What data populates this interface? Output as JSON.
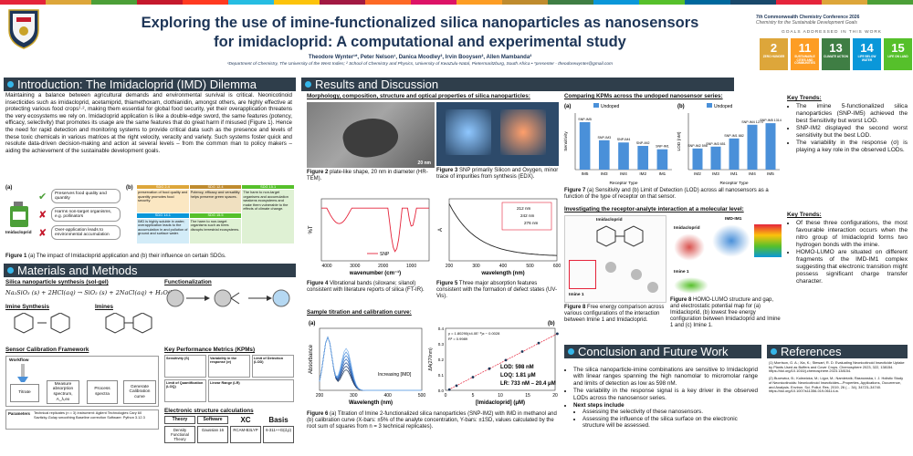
{
  "header": {
    "rainbow": [
      "#e5243b",
      "#dda63a",
      "#4c9f38",
      "#c5192d",
      "#ff3a21",
      "#26bde2",
      "#fcc30b",
      "#a21942",
      "#fd6925",
      "#dd1367",
      "#fd9d24",
      "#bf8b2e",
      "#3f7e44",
      "#0a97d9",
      "#56c02b",
      "#00689d",
      "#19486a",
      "#e5243b",
      "#dda63a",
      "#4c9f38"
    ],
    "title_line1": "Exploring the use of imine-functionalized silica nanoparticles as nanosensors",
    "title_line2": "for imidacloprid: A computational and experimental study",
    "authors": "Theodore Wynter¹*, Peter Nelson¹, Danica Moodley², Irvin Booysen², Allen Mambanda²",
    "affiliations": "¹Department of Chemistry, The University of the West Indies;  ² School of Chemistry and Physics, University of KwaZulu-Natal, Pietermaritzburg, South Africa  •  *presenter - theodorewynter@gmail.com",
    "conference": "7th Commonwealth Chemistry Conference 2026",
    "conference_sub": "Chemistry for the Sustainable Development Goals",
    "goals_label": "GOALS ADDRESSED IN THIS WORK",
    "sdgs": [
      {
        "n": "2",
        "label": "ZERO HUNGER",
        "color": "#dda63a"
      },
      {
        "n": "11",
        "label": "SUSTAINABLE CITIES AND COMMUNITIES",
        "color": "#fd9d24"
      },
      {
        "n": "13",
        "label": "CLIMATE ACTION",
        "color": "#3f7e44"
      },
      {
        "n": "14",
        "label": "LIFE BELOW WATER",
        "color": "#0a97d9"
      },
      {
        "n": "15",
        "label": "LIFE ON LAND",
        "color": "#56c02b"
      }
    ]
  },
  "intro": {
    "heading": "Introduction: The Imidacloprid (IMD) Dilemma",
    "body": "Maintaining a balance between agricultural demands and environmental survival is critical. Neonicotinoid insecticides such as imidacloprid, acetamiprid, thiamethoxam, clothianidin, amongst others, are highly effective at protecting various food crops¹·², making them essential for global food security, yet their overapplication threatens the very ecosystems we rely on. Imidacloprid application is like a double-edge sword, the same features (potency, efficacy, selectivity) that promotes its usage are the same features that do great harm if misused (Figure 1). Hence the need for rapid detection and monitoring systems to provide critical data such as the presence and levels of these toxic chemicals in various matrices at the right velocity, veracity and variety. Such systems foster quick and resolute data-driven decision-making and action at several levels – from the common man to policy makers – aiding the achievement of the sustainable development goals.",
    "panel_a": "(a)",
    "panel_b": "(b)",
    "imidacloprid_label": "Imidacloprid",
    "pros": [
      "Preserves food quality and quantity",
      "Harms non-target organisms, e.g. pollinators",
      "Over-application leads to environmental accumulation"
    ],
    "sdg_table": {
      "headers": [
        "SDG 2.4",
        "SDG 12.4",
        "SDG 15.1"
      ],
      "row1": [
        "preservation of food quality and quantity promotes food security.",
        "Potency, efficacy and versatility helps preserve green spaces.",
        "The harm to non-target organisms and accumulation weakens ecosystems and make them vulnerable to the effects of climate change."
      ],
      "headers2": [
        "SDG 14.1",
        "SDG 15.5"
      ],
      "row2": [
        "IMD is highly soluble in water; overapplication leads to the accumulation in and pollution of ground and surface water.",
        "The harm to non-target organisms such as bees disrupts terrestrial ecosystems."
      ]
    },
    "caption_bold": "Figure 1",
    "caption": " (a) The impact of Imidacloprid application and (b) their influence on certain SDGs."
  },
  "methods": {
    "heading": "Materials and Methods",
    "silica_title": "Silica nanoparticle synthesis (sol-gel)",
    "silica_eq": "Na₂SiO₃ (s) + 2HCl(aq) → SiO₂ (s) + 2NaCl(aq) + H₂O(l)",
    "functionalization_title": "Functionalization",
    "imine_title": "Imine Synthesis",
    "imines_title": "Imines",
    "sensor_title": "Sensor Calibration Framework",
    "workflow_label": "Workflow",
    "steps": [
      "Titrate",
      "Measure absorption spectrum, A_λ,ex",
      "Process spectra",
      "Generate Calibration curve"
    ],
    "params_label": "Parameters",
    "params_text": "Technical replicates (n = 3)   Instrument: Agilent Technologies Cary 60   Savitzky-Golay smoothing   Baseline correction   Software: Python 3.12.3",
    "kpm_title": "Key Performance Metrics (KPMs)",
    "kpm_cells": [
      "Sensitivity (S)",
      "Variability in the response (σ)",
      "Limit of Detection (LOD)",
      "Limit of Quantification (LOQ)",
      "Linear Range (LR)"
    ],
    "ecs_title": "Electronic structure calculations",
    "theory_label": "Theory",
    "software_label": "Software",
    "xc_label": "XC",
    "basis_label": "Basis",
    "theory_val": "Density Functional Theory",
    "software_val": "Gaussian 16",
    "xc_val": "RCAM-B3LYP",
    "basis_val": "6-311++G(d,p)"
  },
  "results": {
    "heading": "Results and Discussion",
    "morph_title": "Morphology, composition, structure and optical properties of silica nanoparticles:",
    "fig2_bold": "Figure 2",
    "fig2": " plate-like shape, 20 nm in diameter (HR-TEM).",
    "scale_bar": "20 nm",
    "fig3_bold": "Figure 3",
    "fig3": " SNP primarily Silicon and Oxygen, minor trace of impurities from synthesis (EDX).",
    "fig4_bold": "Figure 4",
    "fig4": " Vibrational bands (siloxane; silanol) consistent with literature reports of silica (FT-IR).",
    "fig5_bold": "Figure 5",
    "fig5": " Three major absorption features consistent with the formation of defect states (UV-Vis).",
    "titration_title": "Sample titration and calibration curve:",
    "fig6_bold": "Figure 6",
    "fig6": " (a) Titration of Imine 2-functionalized silica nanoparticles (SNP-IM2) with IMD in methanol and (b) calibration curve (X-bars: ±5% of the analyte concentration, Y-bars: ±1SD, values calculated by the root sum of squares from n = 3 technical replicates).",
    "lod": "LOD: 598 nM",
    "loq": "LOQ: 1.81 μM",
    "lr": "LR: 733 nM – 20.4 μM",
    "fit_eq": "y = 1.80290(±4.0E⁻³)x − 0.0028",
    "fit_r2": "R² = 0.9989",
    "increasing_label": "Increasing [IMD]",
    "kpm_compare_title": "Comparing KPMs across the undoped nanosensor series:",
    "fig7_bold": "Figure 7",
    "fig7": " (a) Sensitivity and (b) Limit of Detection (LOD) across all nanosensors as a function of the type of receptor on that sensor.",
    "receptor_title": "Investigating the receptor-analyte interaction at a molecular level:",
    "fig8a_bold": "Figure 8",
    "fig8a": " Free energy comparison across various configurations of the interaction between Imine 1 and Imidacloprid.",
    "fig8b_bold": "Figure 8",
    "fig8b": " HOMO-LUMO structure and gap, and electrostatic potential map for (a) Imidacloprid, (b) lowest free energy configuration between Imidacloprid and Imine 1 and (c) Imine 1.",
    "imidacloprid_lbl": "Imidacloprid",
    "imine1_lbl": "Imine 1",
    "imd_im1_lbl": "IMD-IM1",
    "key_findings_1_title": "Key Trends:",
    "key_findings_1": [
      "The imine 5-functionalized silica nanoparticles (SNP-IM5) achieved the best Sensitivity but worst LOD.",
      "SNP-IM2 displayed the second worst sensitivity but the best LOD.",
      "The variability in the response (σ) is playing a key role in the observed LODs."
    ],
    "key_findings_2_title": "Key Trends:",
    "key_findings_2": [
      "Of these three configurations, the most favourable interaction occurs when the nitro group of Imidacloprid forms two hydrogen bonds with the imine.",
      "HOMO-LUMO are situated on different fragments of the IMD-IM1 complex suggesting that electronic transition might possess significant charge transfer character."
    ]
  },
  "conclusion": {
    "heading": "Conclusion and Future Work",
    "bullets": [
      "The silica nanoparticle-imine combinations are sensitive to Imidacloprid with linear ranges spanning the high nanomolar to micromolar range and limits of detection as low as 598 nM.",
      "The variability in the response signal is a key driver in the observed LODs across the nanosensor series."
    ],
    "next_steps_label": "Next steps include",
    "next_steps": [
      "Assessing the selectivity of these nanosensors.",
      "Assessing the influence of the silica surface on the electronic structure will be assessed."
    ]
  },
  "references": {
    "heading": "References",
    "items": [
      "(1) Morrison, G. A.; Xia, K.; Stewart, R. D. Evaluating Neonicotinoid Insecticide Uptake by Plants Used as Buffers and Cover Crops. Chemosphere 2023, 322, 138154. https://doi.org/10.1016/j.chemosphere.2023.138154.",
      "(2) Bucewicz, B.; Kulewicka, M.; Ligor, M.; Namieśnik; Rasnowska, I. J. Holistic Study of Neonicotinoids: Neonicotinoid Insecticides—Properties, Applications, Occurrence, and Analysis. Environ. Sci. Pollut. Res. 2019, 26 (… 34), 34723–34740. https://doi.org/10.1007/s11356-019-06114-w."
    ]
  },
  "chart_data": [
    {
      "type": "bar",
      "title": "Sensitivity",
      "panel": "(a)",
      "legend": "Undoped",
      "categories": [
        "IM5",
        "IM3",
        "IM4",
        "IM2",
        "IM1"
      ],
      "labels": [
        "SNP-IM5",
        "SNP-IM3",
        "SNP-IM4",
        "SNP-IM2",
        "SNP-IM1"
      ],
      "values": [
        4.2,
        2.6,
        2.4,
        2.1,
        1.8
      ],
      "xlabel": "Receptor Type",
      "ylabel": "Sensitivity",
      "ylim": [
        0,
        5
      ]
    },
    {
      "type": "bar",
      "title": "LOD",
      "panel": "(b)",
      "legend": "Undoped",
      "categories": [
        "IM2",
        "IM3",
        "IM1",
        "IM4",
        "IM5"
      ],
      "labels": [
        "SNP-IM2 598",
        "SNP-IM3 651",
        "SNP-IM1 882",
        "SNP-IM4 1270",
        "SNP-IM5 1314"
      ],
      "values": [
        598,
        651,
        882,
        1270,
        1314
      ],
      "xlabel": "Receptor Type",
      "ylabel": "LOD (nM)",
      "ylim": [
        0,
        1600
      ]
    },
    {
      "type": "line",
      "title": "FT-IR",
      "xlabel": "wavenumber (cm⁻¹)",
      "ylabel": "%T",
      "legend": "SNP",
      "xlim": [
        4000,
        500
      ],
      "x_ticks": [
        "4000",
        "3000",
        "2000",
        "1000"
      ]
    },
    {
      "type": "line",
      "title": "UV-Vis",
      "xlabel": "wavelength (nm)",
      "ylabel": "A",
      "xlim": [
        200,
        600
      ],
      "x_ticks": [
        "200",
        "300",
        "400",
        "500",
        "600"
      ],
      "annotations": [
        "212 nm",
        "242 nm",
        "276 nm"
      ]
    },
    {
      "type": "line",
      "title": "Titration",
      "panel": "(a)",
      "xlabel": "Wavelength (nm)",
      "ylabel": "Absorbance",
      "xlim": [
        200,
        500
      ],
      "x_ticks": [
        "200",
        "300",
        "400",
        "500"
      ]
    },
    {
      "type": "scatter",
      "title": "Calibration",
      "panel": "(b)",
      "xlabel": "[Imidacloprid] (μM)",
      "ylabel": "ΔA(270nm)",
      "x": [
        0.7,
        2,
        5,
        8,
        11,
        14,
        17,
        20.4
      ],
      "y": [
        0.005,
        0.03,
        0.085,
        0.14,
        0.195,
        0.25,
        0.305,
        0.365
      ],
      "xlim": [
        0,
        20
      ],
      "ylim": [
        0,
        0.4
      ],
      "x_ticks": [
        "0",
        "5",
        "10",
        "15",
        "20"
      ],
      "y_ticks": [
        "0.0",
        "0.1",
        "0.2",
        "0.3",
        "0.4"
      ]
    }
  ]
}
